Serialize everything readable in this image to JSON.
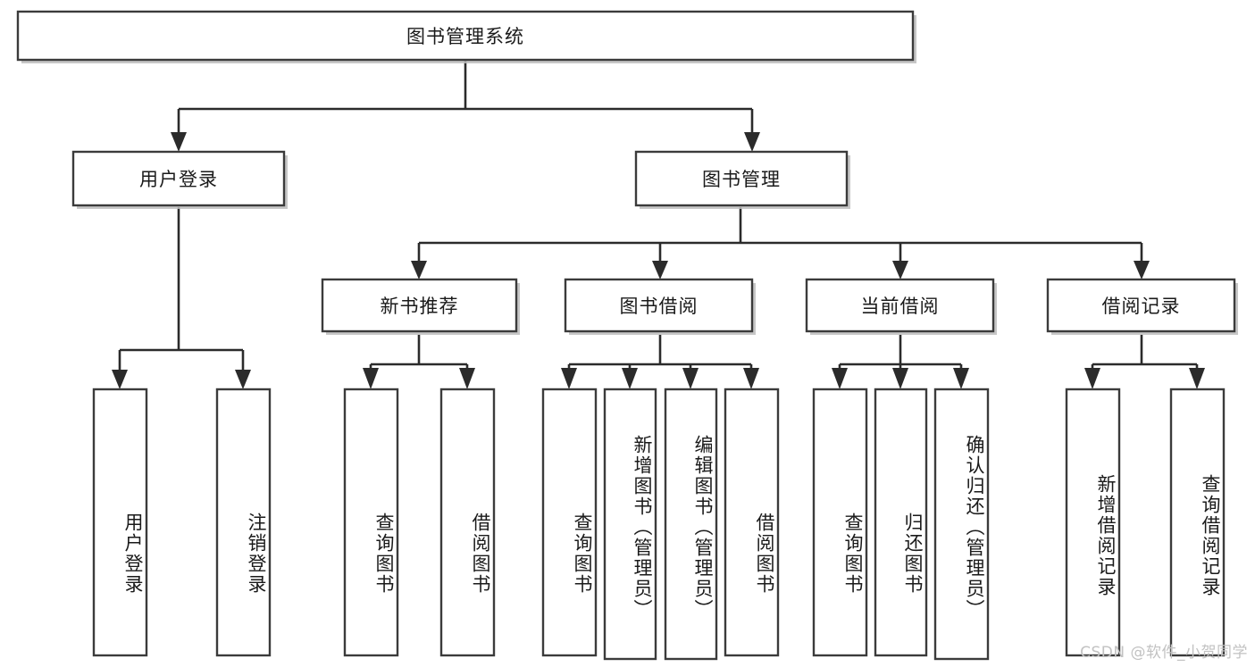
{
  "diagram": {
    "type": "hierarchy-tree",
    "title": "图书管理系统",
    "orientation": "top-down",
    "watermark": "CSDN @软件_小贺同学",
    "levels": 4,
    "nodes": {
      "root": {
        "label": "图书管理系统",
        "level": 1,
        "text_direction": "horizontal"
      },
      "l2_1": {
        "label": "用户登录",
        "level": 2,
        "text_direction": "horizontal"
      },
      "l2_2": {
        "label": "图书管理",
        "level": 2,
        "text_direction": "horizontal"
      },
      "l3_1": {
        "label": "新书推荐",
        "level": 3,
        "text_direction": "horizontal"
      },
      "l3_2": {
        "label": "图书借阅",
        "level": 3,
        "text_direction": "horizontal"
      },
      "l3_3": {
        "label": "当前借阅",
        "level": 3,
        "text_direction": "horizontal"
      },
      "l3_4": {
        "label": "借阅记录",
        "level": 3,
        "text_direction": "horizontal"
      },
      "leaf_1": {
        "label": "用户登录",
        "level": 4,
        "text_direction": "vertical",
        "parent": "用户登录"
      },
      "leaf_2": {
        "label": "注销登录",
        "level": 4,
        "text_direction": "vertical",
        "parent": "用户登录"
      },
      "leaf_3": {
        "label": "查询图书",
        "level": 4,
        "text_direction": "vertical",
        "parent": "新书推荐"
      },
      "leaf_4": {
        "label": "借阅图书",
        "level": 4,
        "text_direction": "vertical",
        "parent": "新书推荐"
      },
      "leaf_5": {
        "label": "查询图书",
        "level": 4,
        "text_direction": "vertical",
        "parent": "图书借阅"
      },
      "leaf_6": {
        "label": "新增图书（管理员）",
        "level": 4,
        "text_direction": "vertical",
        "parent": "图书借阅"
      },
      "leaf_7": {
        "label": "编辑图书（管理员）",
        "level": 4,
        "text_direction": "vertical",
        "parent": "图书借阅"
      },
      "leaf_8": {
        "label": "借阅图书",
        "level": 4,
        "text_direction": "vertical",
        "parent": "图书借阅"
      },
      "leaf_9": {
        "label": "查询图书",
        "level": 4,
        "text_direction": "vertical",
        "parent": "当前借阅"
      },
      "leaf_10": {
        "label": "归还图书",
        "level": 4,
        "text_direction": "vertical",
        "parent": "当前借阅"
      },
      "leaf_11": {
        "label": "确认归还（管理员）",
        "level": 4,
        "text_direction": "vertical",
        "parent": "当前借阅"
      },
      "leaf_12": {
        "label": "新增借阅记录",
        "level": 4,
        "text_direction": "vertical",
        "parent": "借阅记录"
      },
      "leaf_13": {
        "label": "查询借阅记录",
        "level": 4,
        "text_direction": "vertical",
        "parent": "借阅记录"
      }
    },
    "colors": {
      "box_fill": "#ffffff",
      "box_stroke": "#3b3b3b",
      "connector": "#2b2b2b",
      "text": "#1a1a1a",
      "watermark": "#c2c2c2",
      "background": "#ffffff"
    }
  }
}
